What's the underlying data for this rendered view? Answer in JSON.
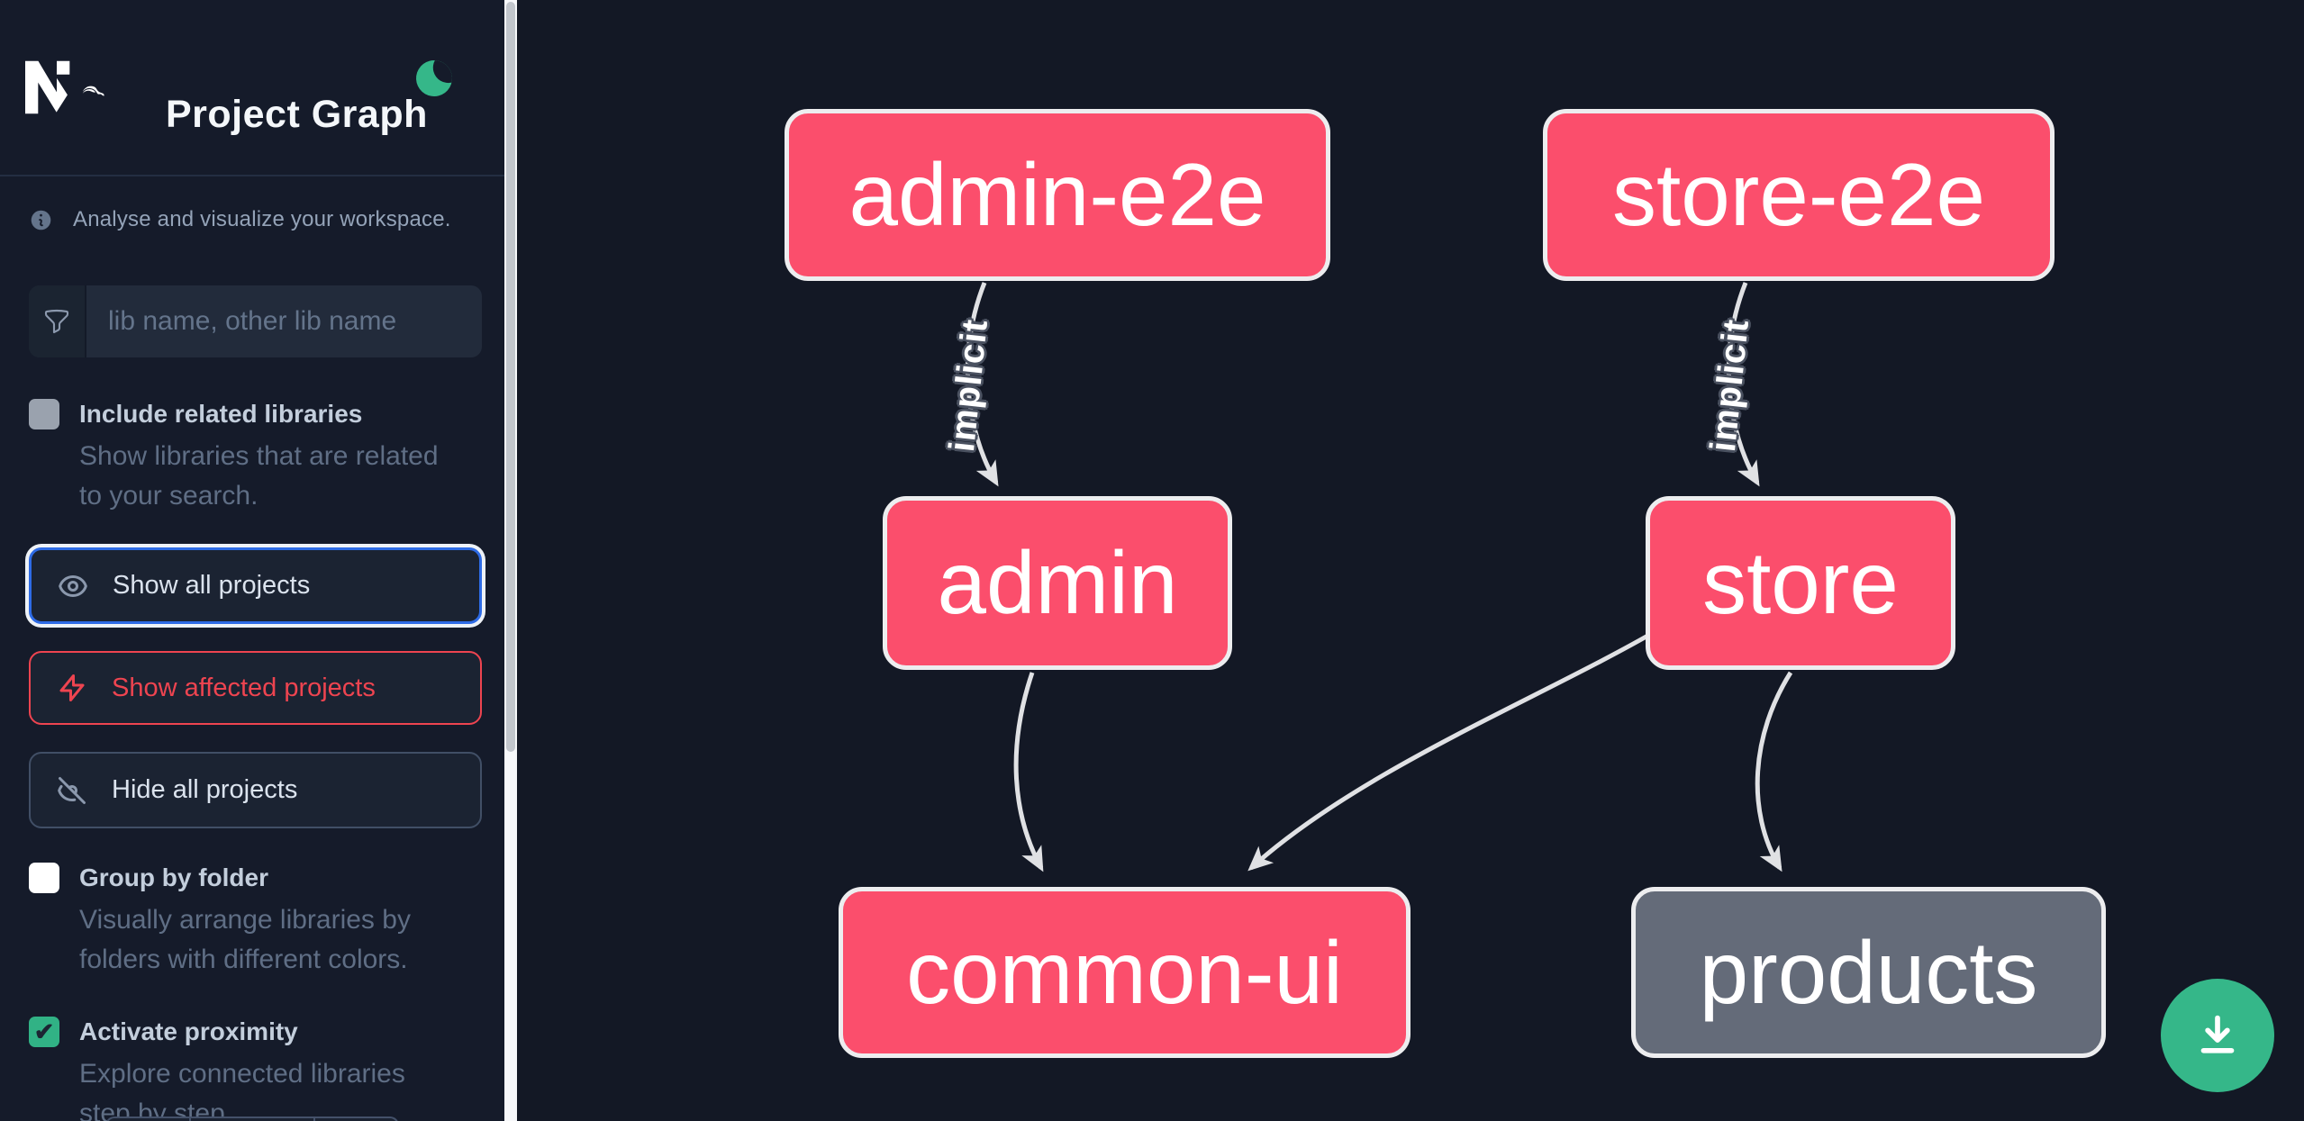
{
  "header": {
    "title": "Project Graph",
    "theme_icon": "moon"
  },
  "sidebar": {
    "tagline": "Analyse and visualize your workspace.",
    "search": {
      "placeholder": "lib name, other lib name",
      "value": ""
    },
    "include_related": {
      "label": "Include related libraries",
      "description": "Show libraries that are related to your search.",
      "checked": false,
      "disabled": true
    },
    "actions": {
      "show_all": {
        "label": "Show all projects",
        "icon": "eye",
        "focused": true
      },
      "show_affected": {
        "label": "Show affected projects",
        "icon": "lightning-bolt",
        "variant": "danger"
      },
      "hide_all": {
        "label": "Hide all projects",
        "icon": "eye-off"
      }
    },
    "group_by_folder": {
      "label": "Group by folder",
      "description": "Visually arrange libraries by folders with different colors.",
      "checked": false
    },
    "activate_proximity": {
      "label": "Activate proximity",
      "description": "Explore connected libraries step by step.",
      "checked": true
    }
  },
  "graph": {
    "nodes": [
      {
        "id": "admin-e2e",
        "label": "admin-e2e",
        "type": "app"
      },
      {
        "id": "store-e2e",
        "label": "store-e2e",
        "type": "app"
      },
      {
        "id": "admin",
        "label": "admin",
        "type": "app"
      },
      {
        "id": "store",
        "label": "store",
        "type": "app"
      },
      {
        "id": "common-ui",
        "label": "common-ui",
        "type": "lib"
      },
      {
        "id": "products",
        "label": "products",
        "type": "lib"
      }
    ],
    "edges": [
      {
        "from": "admin-e2e",
        "to": "admin",
        "label": "implicit"
      },
      {
        "from": "store-e2e",
        "to": "store",
        "label": "implicit"
      },
      {
        "from": "admin",
        "to": "common-ui",
        "label": ""
      },
      {
        "from": "store",
        "to": "common-ui",
        "label": ""
      },
      {
        "from": "store",
        "to": "products",
        "label": ""
      }
    ]
  },
  "colors": {
    "accent_green": "#35b789",
    "node_app_pink": "#fb4e6c",
    "node_lib_gray": "#646b79",
    "affected_red": "#ee4450",
    "focus_blue": "#2e6be5",
    "edge_gray": "#e0e1e4",
    "sidebar_bg": "#151b2a",
    "canvas_bg": "#131825"
  }
}
